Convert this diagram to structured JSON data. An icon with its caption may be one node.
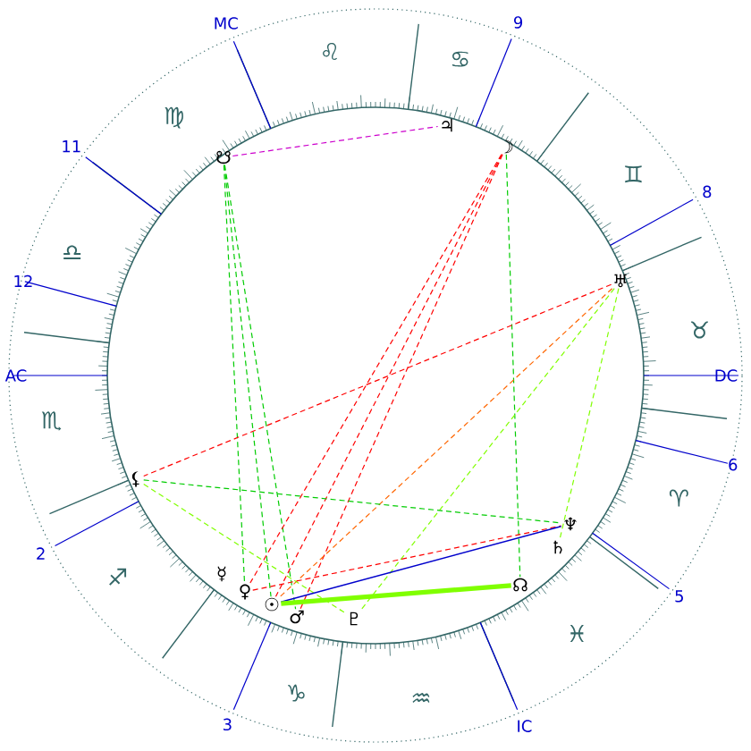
{
  "diagram": {
    "nodes": [
      {
        "text": [
          "☋"
        ]
      },
      {
        "text": [
          "♃"
        ]
      },
      {
        "text": [
          "☽"
        ]
      },
      {
        "text": [
          "♅"
        ]
      },
      {
        "text": [
          "⚸"
        ]
      },
      {
        "text": [
          "☿"
        ]
      },
      {
        "text": [
          "♀"
        ]
      },
      {
        "text": [
          "☉"
        ]
      },
      {
        "text": [
          "♂"
        ]
      },
      {
        "text": [
          "♇"
        ]
      },
      {
        "text": [
          "♆"
        ]
      },
      {
        "text": [
          "♄"
        ]
      },
      {
        "text": [
          "☊"
        ]
      }
    ],
    "edges": [
      {
        "from": 0,
        "to": 1,
        "arrow": "none",
        "style": "dashed",
        "color": "#cc00cc"
      },
      {
        "from": 0,
        "to": 6,
        "arrow": "none",
        "style": "dashed",
        "color": "#00cc00"
      },
      {
        "from": 0,
        "to": 7,
        "arrow": "none",
        "style": "dashed",
        "color": "#00cc00"
      },
      {
        "from": 0,
        "to": 8,
        "arrow": "none",
        "style": "dashed",
        "color": "#00cc00"
      },
      {
        "from": 2,
        "to": 12,
        "arrow": "none",
        "style": "dashed",
        "color": "#00cc00"
      },
      {
        "from": 2,
        "to": 6,
        "arrow": "none",
        "style": "dashed",
        "color": "#ff0000"
      },
      {
        "from": 2,
        "to": 7,
        "arrow": "none",
        "style": "dashed",
        "color": "#ff0000"
      },
      {
        "from": 2,
        "to": 8,
        "arrow": "none",
        "style": "dashed",
        "color": "#ff0000"
      },
      {
        "from": 3,
        "to": 4,
        "arrow": "none",
        "style": "dashed",
        "color": "#ff0000"
      },
      {
        "from": 3,
        "to": 7,
        "arrow": "none",
        "style": "dashed",
        "color": "#ff6600"
      },
      {
        "from": 3,
        "to": 11,
        "arrow": "none",
        "style": "dashed",
        "color": "#80ff00"
      },
      {
        "from": 3,
        "to": 9,
        "arrow": "none",
        "style": "dashed",
        "color": "#80ff00"
      },
      {
        "from": 4,
        "to": 10,
        "arrow": "none",
        "style": "dashed",
        "color": "#00cc00"
      },
      {
        "from": 4,
        "to": 9,
        "arrow": "none",
        "style": "dashed",
        "color": "#80ff00"
      },
      {
        "from": 6,
        "to": 10,
        "arrow": "none",
        "style": "dashed",
        "color": "#ff0000"
      },
      {
        "from": 7,
        "to": 10,
        "arrow": "none",
        "color": "#0000cc"
      },
      {
        "from": 7,
        "to": 12,
        "arrow": "none",
        "style": "thick",
        "color": "#80ff00"
      }
    ],
    "labels": [
      "MC",
      "♌",
      "9",
      "♋",
      "11",
      "♍",
      "♊",
      "8",
      "12",
      "♎",
      "AC",
      "♏",
      "DC",
      "♉",
      "6",
      "♈",
      "2",
      "♐",
      "5",
      "♓",
      "3",
      "♑",
      "♒",
      "IC"
    ]
  }
}
